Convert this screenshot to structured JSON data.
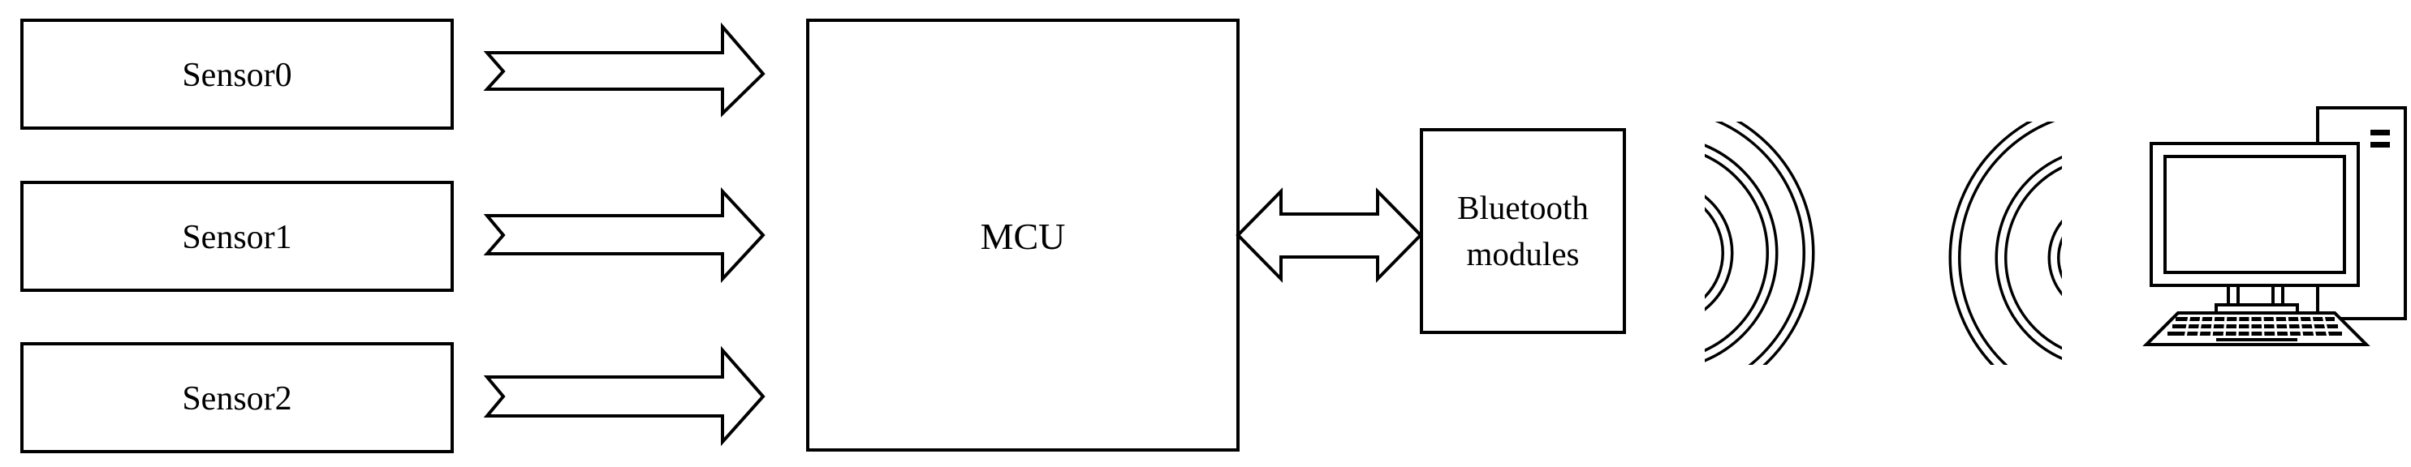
{
  "sensors": [
    {
      "label": "Sensor0"
    },
    {
      "label": "Sensor1"
    },
    {
      "label": "Sensor2"
    }
  ],
  "mcu": {
    "label": "MCU"
  },
  "bluetooth": {
    "line1": "Bluetooth",
    "line2": "modules"
  },
  "icons": {
    "signal_out": "wireless-signal-icon",
    "signal_in": "wireless-signal-icon",
    "computer": "desktop-computer-icon"
  },
  "colors": {
    "stroke": "#000000",
    "fill": "#ffffff"
  }
}
